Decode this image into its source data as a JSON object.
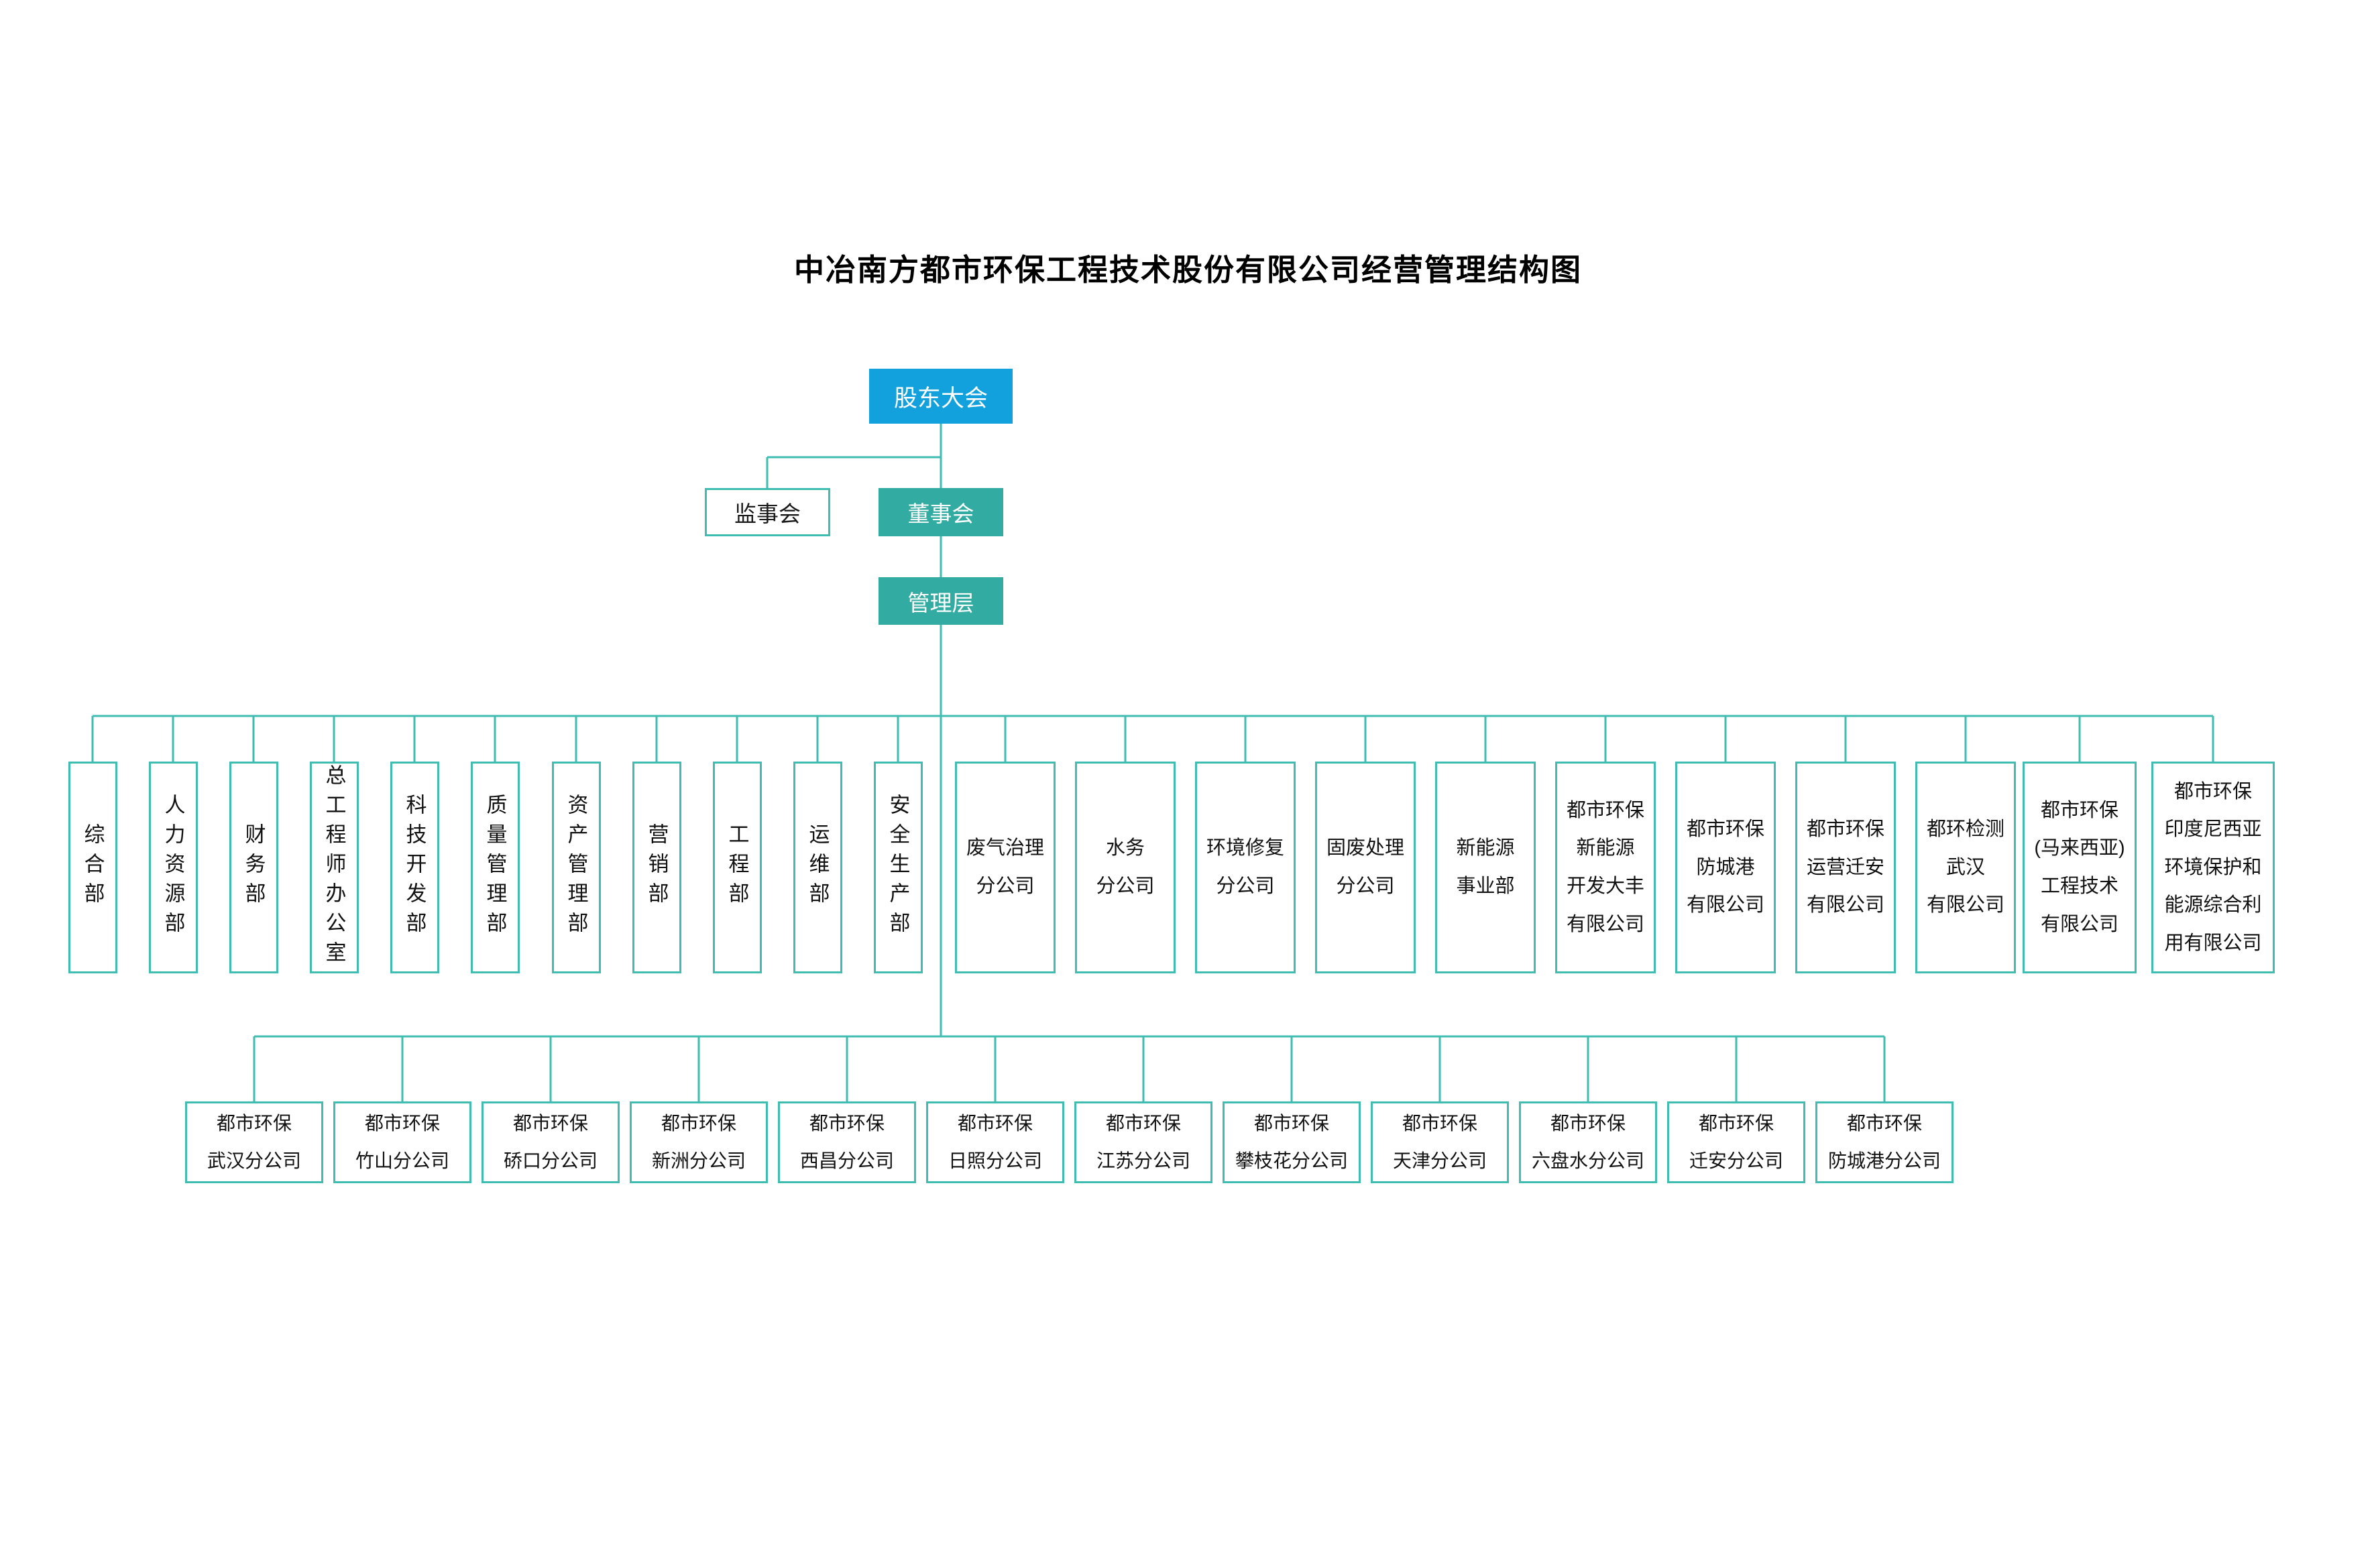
{
  "title": "中冶南方都市环保工程技术股份有限公司经营管理结构图",
  "colors": {
    "shareholders_fill": "#12A1DC",
    "teal_fill": "#32ACA2",
    "line_and_border": "#3FBDB2",
    "text_dark": "#111111",
    "text_light": "#ffffff",
    "background": "#ffffff"
  },
  "top_nodes": {
    "shareholders": "股东大会",
    "supervisory_board": "监事会",
    "board_of_directors": "董事会",
    "management": "管理层"
  },
  "row1": [
    {
      "kind": "dept",
      "label": "综合部"
    },
    {
      "kind": "dept",
      "label": "人力资源部"
    },
    {
      "kind": "dept",
      "label": "财务部"
    },
    {
      "kind": "dept",
      "label": "总工程师办公室"
    },
    {
      "kind": "dept",
      "label": "科技开发部"
    },
    {
      "kind": "dept",
      "label": "质量管理部"
    },
    {
      "kind": "dept",
      "label": "资产管理部"
    },
    {
      "kind": "dept",
      "label": "营销部"
    },
    {
      "kind": "dept",
      "label": "工程部"
    },
    {
      "kind": "dept",
      "label": "运维部"
    },
    {
      "kind": "dept",
      "label": "安全生产部"
    },
    {
      "kind": "unit",
      "label": "废气治理\n分公司"
    },
    {
      "kind": "unit",
      "label": "水务\n分公司"
    },
    {
      "kind": "unit",
      "label": "环境修复\n分公司"
    },
    {
      "kind": "unit",
      "label": "固废处理\n分公司"
    },
    {
      "kind": "unit",
      "label": "新能源\n事业部"
    },
    {
      "kind": "unit",
      "label": "都市环保\n新能源\n开发大丰\n有限公司"
    },
    {
      "kind": "unit",
      "label": "都市环保\n防城港\n有限公司"
    },
    {
      "kind": "unit",
      "label": "都市环保\n运营迁安\n有限公司"
    },
    {
      "kind": "unit",
      "label": "都环检测\n武汉\n有限公司"
    },
    {
      "kind": "unit",
      "label": "都市环保\n(马来西亚)\n工程技术\n有限公司"
    },
    {
      "kind": "unit",
      "label": "都市环保\n印度尼西亚\n环境保护和\n能源综合利\n用有限公司"
    }
  ],
  "row2": [
    {
      "label": "都市环保\n武汉分公司"
    },
    {
      "label": "都市环保\n竹山分公司"
    },
    {
      "label": "都市环保\n硚口分公司"
    },
    {
      "label": "都市环保\n新洲分公司"
    },
    {
      "label": "都市环保\n西昌分公司"
    },
    {
      "label": "都市环保\n日照分公司"
    },
    {
      "label": "都市环保\n江苏分公司"
    },
    {
      "label": "都市环保\n攀枝花分公司"
    },
    {
      "label": "都市环保\n天津分公司"
    },
    {
      "label": "都市环保\n六盘水分公司"
    },
    {
      "label": "都市环保\n迁安分公司"
    },
    {
      "label": "都市环保\n防城港分公司"
    }
  ]
}
